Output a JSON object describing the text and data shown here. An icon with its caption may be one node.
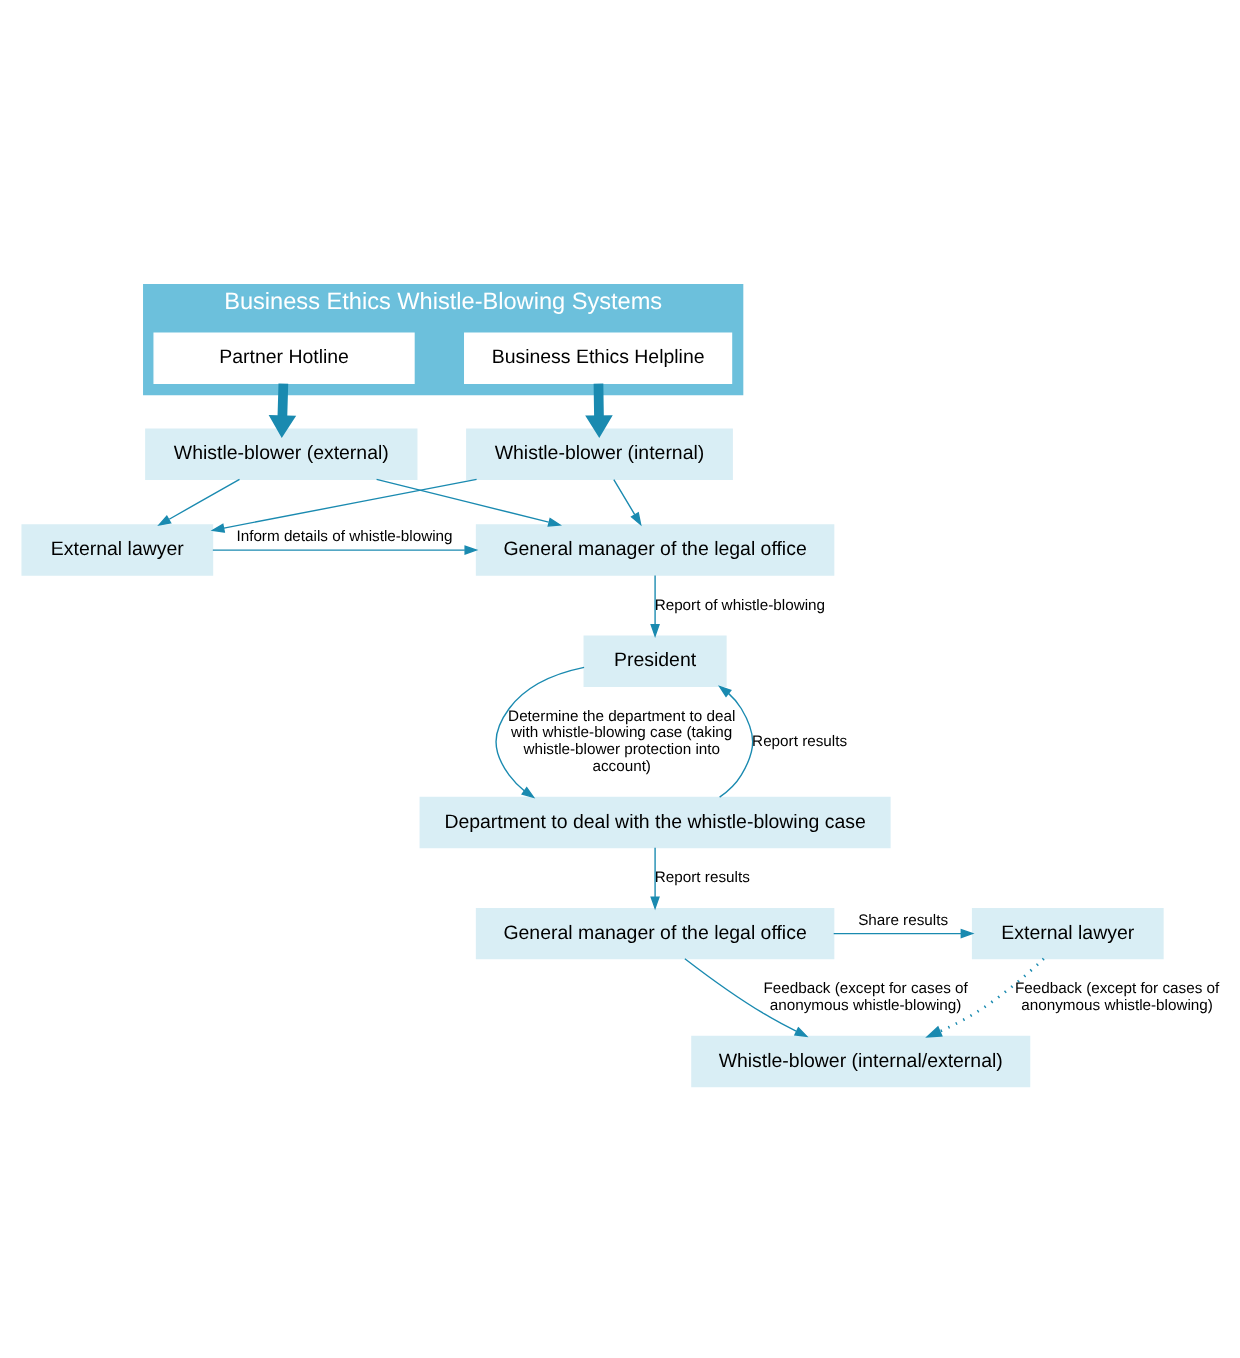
{
  "diagram": {
    "nodes": [
      {
        "text": [
          "Business Ethics Whistle-Blowing Systems"
        ]
      },
      {
        "text": [
          "Partner Hotline"
        ],
        "in": 0
      },
      {
        "text": [
          "Business Ethics Helpline"
        ],
        "in": 0
      },
      {
        "text": [
          "Whistle-blower (external)"
        ]
      },
      {
        "text": [
          "Whistle-blower (internal)"
        ]
      },
      {
        "text": [
          "External lawyer"
        ]
      },
      {
        "text": [
          "General manager of the legal office"
        ]
      },
      {
        "text": [
          "President"
        ]
      },
      {
        "text": [
          "Department to deal with the whistle-blowing case"
        ]
      },
      {
        "text": [
          "General manager of the legal office"
        ]
      },
      {
        "text": [
          "External lawyer"
        ]
      },
      {
        "text": [
          "Whistle-blower (internal/external)"
        ]
      }
    ],
    "edges": [
      {
        "from": 1,
        "to": 3,
        "arrow": "to",
        "style": "thick"
      },
      {
        "from": 2,
        "to": 4,
        "arrow": "to",
        "style": "thick"
      },
      {
        "from": 3,
        "to": 5,
        "arrow": "to"
      },
      {
        "from": 3,
        "to": 6,
        "arrow": "to"
      },
      {
        "from": 4,
        "to": 5,
        "arrow": "to"
      },
      {
        "from": 4,
        "to": 6,
        "arrow": "to"
      },
      {
        "from": 5,
        "to": 6,
        "arrow": "to",
        "label": "Inform details of whistle-blowing"
      },
      {
        "from": 6,
        "to": 7,
        "arrow": "to",
        "label": "Report of whistle-blowing"
      },
      {
        "from": 7,
        "to": 8,
        "arrow": "to",
        "label": "Determine the department to deal with whistle-blowing case (taking whistle-blower protection into account)"
      },
      {
        "from": 8,
        "to": 7,
        "arrow": "to",
        "label": "Report results"
      },
      {
        "from": 8,
        "to": 9,
        "arrow": "to",
        "label": "Report results"
      },
      {
        "from": 9,
        "to": 10,
        "arrow": "to",
        "label": "Share results"
      },
      {
        "from": 10,
        "to": 11,
        "arrow": "to",
        "style": "dashed",
        "label": "Feedback (except for cases of anonymous whistle-blowing)"
      },
      {
        "from": 9,
        "to": 11,
        "arrow": "to",
        "label": "Feedback (except for cases of anonymous whistle-blowing)"
      }
    ]
  }
}
